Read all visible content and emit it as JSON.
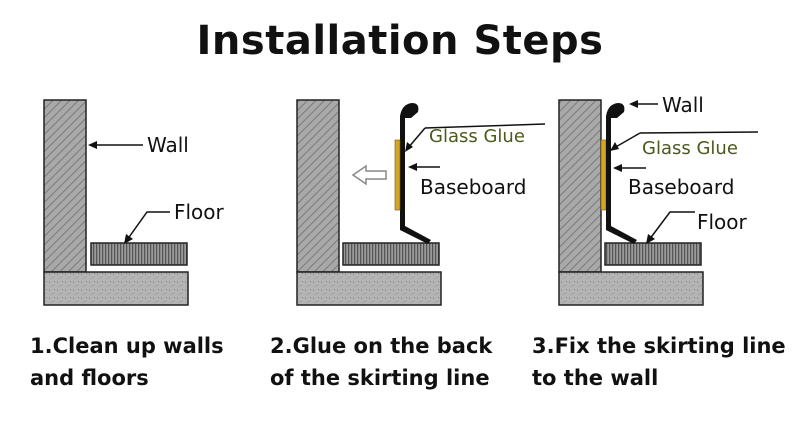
{
  "title": "Installation Steps",
  "colors": {
    "wall_fill": "#a9a9a9",
    "floor_fill": "#b4b4b4",
    "glue": "#d4a526",
    "line": "#111111",
    "glue_text": "#4a5a1a"
  },
  "steps": [
    {
      "caption": [
        "1.Clean up walls",
        "and floors"
      ],
      "labels": {
        "wall": "Wall",
        "floor": "Floor"
      }
    },
    {
      "caption": [
        "2.Glue on the back",
        "of the skirting line"
      ],
      "labels": {
        "glue": "Glass Glue",
        "baseboard": "Baseboard"
      }
    },
    {
      "caption": [
        "3.Fix the skirting line",
        "to the wall"
      ],
      "labels": {
        "wall": "Wall",
        "glue": "Glass Glue",
        "baseboard": "Baseboard",
        "floor": "Floor"
      }
    }
  ]
}
